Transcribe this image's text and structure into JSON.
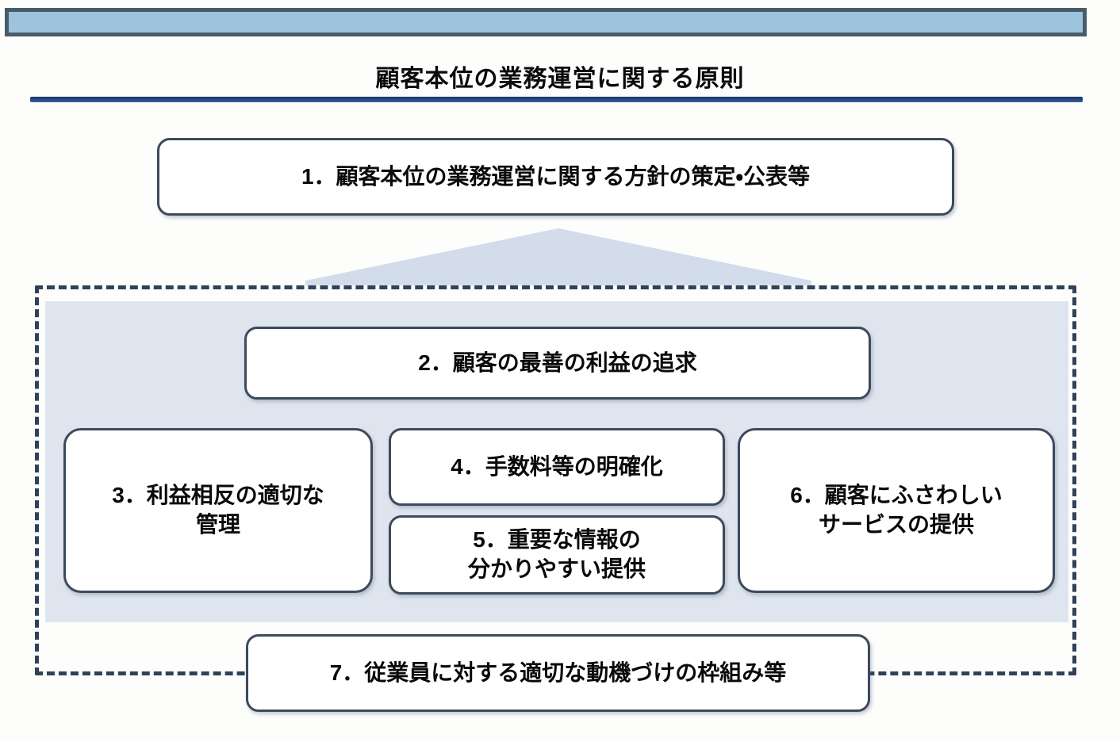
{
  "banner": {
    "label": "",
    "fill_color": "#9dc3dd",
    "border_color": "#4a5c69"
  },
  "header": {
    "title": "顧客本位の業務運営に関する原則",
    "rule_color": "#23457f"
  },
  "diagram": {
    "arrow": {
      "name": "up-chevron",
      "fill_color": "#d3dceb"
    },
    "dashed_frame": {
      "border_color": "#2f4257",
      "border_style": "dashed"
    },
    "inner_panel": {
      "fill_color": "#dfe5ef"
    },
    "node_border_color": "#3d4a5c",
    "node_fill_color": "#ffffff",
    "nodes": [
      {
        "id": 1,
        "label": "1．顧客本位の業務運営に関する方針の策定・公表等"
      },
      {
        "id": 2,
        "label": "2．顧客の最善の利益の追求"
      },
      {
        "id": 3,
        "label": "3．利益相反の適切な\n管理"
      },
      {
        "id": 4,
        "label": "4．手数料等の明確化"
      },
      {
        "id": 5,
        "label": "5．重要な情報の\n分かりやすい提供"
      },
      {
        "id": 6,
        "label": "6．顧客にふさわしい\nサービスの提供"
      },
      {
        "id": 7,
        "label": "7．従業員に対する適切な動機づけの枠組み等"
      }
    ]
  }
}
